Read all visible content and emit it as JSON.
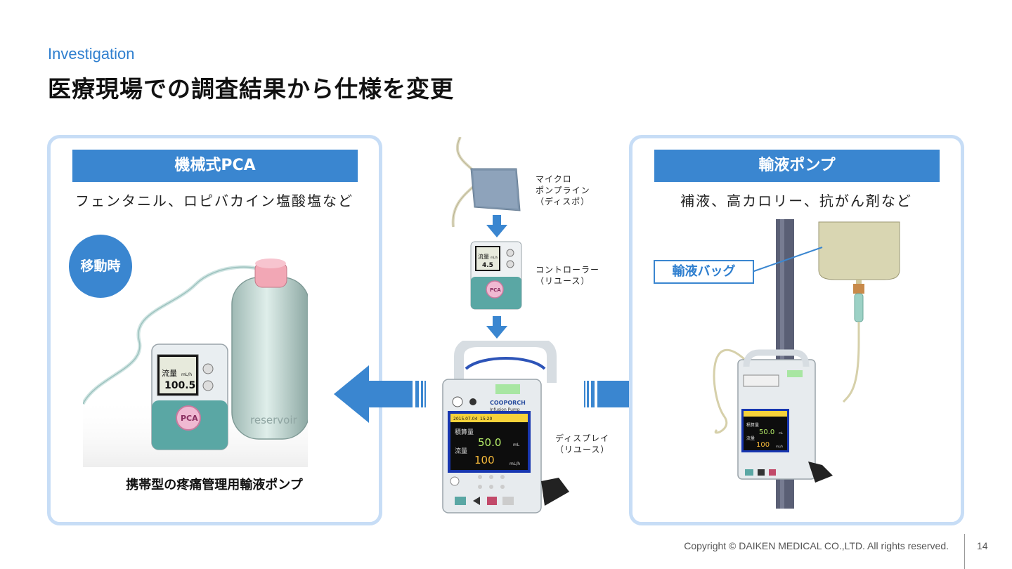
{
  "header": {
    "section_label": "Investigation",
    "title": "医療現場での調査結果から仕様を変更"
  },
  "left_panel": {
    "title": "機械式PCA",
    "subtitle": "フェンタニル、ロピバカイン塩酸塩など",
    "badge": "移動時",
    "device_caption": "携帯型の疼痛管理用輸液ポンプ",
    "device_screen": {
      "line1": "流量",
      "unit": "mL/h",
      "value": "100.5",
      "tag": "PCA"
    },
    "reservoir_label": "reservoir"
  },
  "center": {
    "labels": {
      "pump_line": [
        "マイクロ",
        "ポンプライン",
        "（ディスポ）"
      ],
      "controller": [
        "コントローラー",
        "（リユース）"
      ],
      "display": [
        "ディスプレイ",
        "（リユース）"
      ]
    },
    "controller_screen": {
      "line1": "流量",
      "unit": "mL/h",
      "value": "4.5",
      "tag": "PCA"
    },
    "display_screen": {
      "brand": "COOPORCH",
      "product": "Infusion Pump",
      "date": "2015.07.04",
      "time": "15:20",
      "row1_label": "積算量",
      "row1_value": "50.0",
      "row1_unit": "mL",
      "row2_label": "流量",
      "row2_value": "100",
      "row2_unit": "mL/h"
    }
  },
  "right_panel": {
    "title": "輸液ポンプ",
    "subtitle": "補液、高カロリー、抗がん剤など",
    "callout": "輸液バッグ",
    "screen": {
      "row1_label": "積算量",
      "row1_value": "50.0",
      "row1_unit": "mL",
      "row2_label": "流量",
      "row2_value": "100",
      "row2_unit": "mL/h"
    }
  },
  "footer": {
    "copyright": "Copyright © DAIKEN MEDICAL CO.,LTD. All rights reserved.",
    "page_number": "14"
  },
  "colors": {
    "accent": "#3a86d0",
    "panel_border": "#c7ddf6",
    "device_teal": "#5aa7a4",
    "screen_green": "#b8f06a",
    "screen_yellow": "#f6d23a"
  }
}
